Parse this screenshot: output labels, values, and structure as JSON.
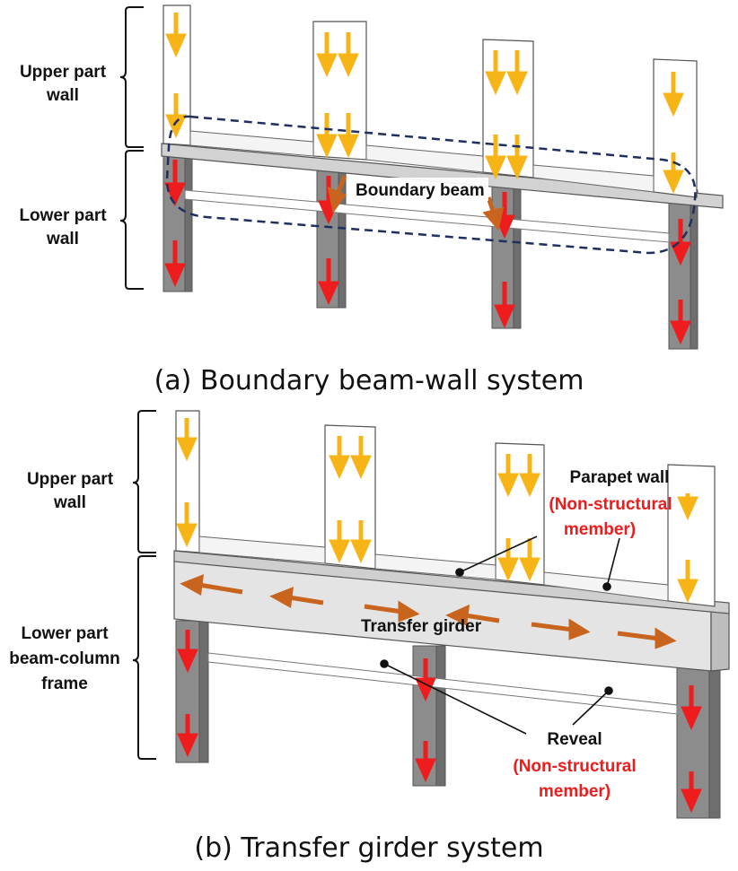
{
  "panel_a": {
    "caption": "(a) Boundary beam-wall system",
    "upper_label": [
      "Upper part",
      "wall"
    ],
    "lower_label": [
      "Lower part",
      "wall"
    ],
    "beam_label": "Boundary beam"
  },
  "panel_b": {
    "caption": "(b) Transfer girder system",
    "upper_label": [
      "Upper part",
      "wall"
    ],
    "lower_label": [
      "Lower part",
      "beam-column",
      "frame"
    ],
    "girder_label": "Transfer girder",
    "parapet_label": "Parapet wall",
    "parapet_note": [
      "(Non-structural",
      "member)"
    ],
    "reveal_label": "Reveal",
    "reveal_note": [
      "(Non-structural",
      "member)"
    ]
  },
  "colors": {
    "wall_face": "#ffffff",
    "column": "#8c8c8c",
    "column_side": "#6e6e6e",
    "beam": "#d2d2d2",
    "girder": "#e4e4e4",
    "gravity_arrow_upper": "#f7b417",
    "gravity_arrow_lower": "#ee1c1c",
    "shear_arrow": "#c8641e",
    "boundary_outline": "#1f2f5e",
    "note_text": "#ee1c1c"
  }
}
